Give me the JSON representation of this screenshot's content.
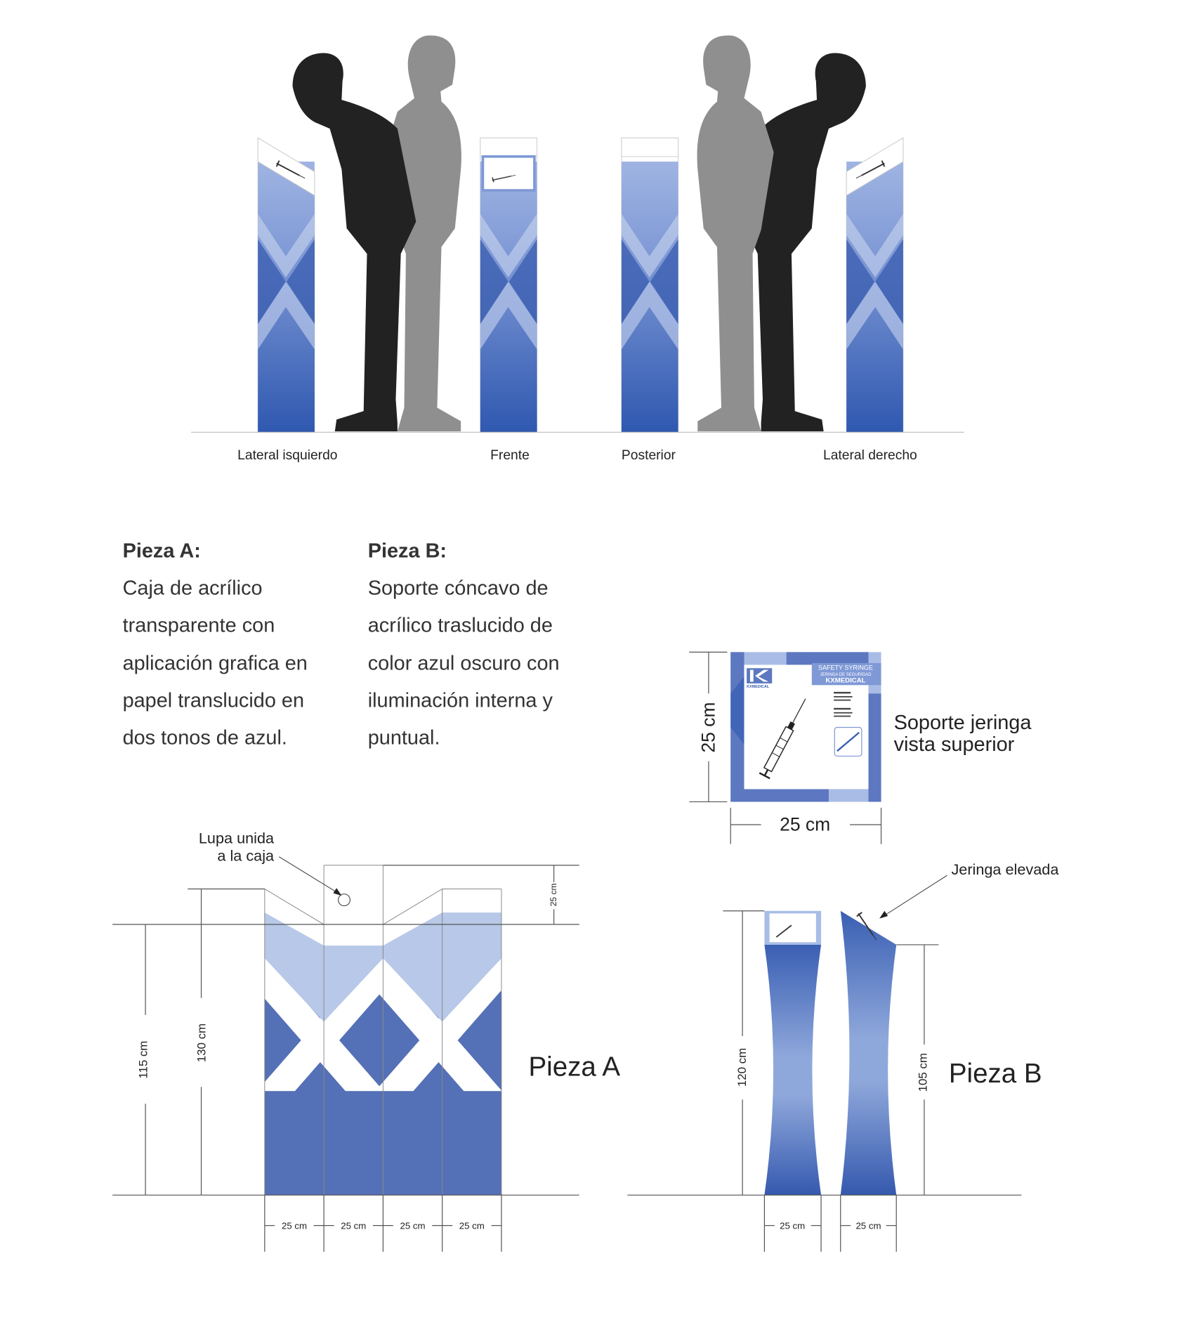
{
  "colors": {
    "dark_blue": "#5470b6",
    "light_blue": "#b8c8e8",
    "mid_blue": "#7f9bd6",
    "silhouette_dark": "#222222",
    "silhouette_grey": "#8f8f8f"
  },
  "views": {
    "left": "Lateral isquierdo",
    "front": "Frente",
    "back": "Posterior",
    "right": "Lateral derecho"
  },
  "piece_a": {
    "title": "Pieza A:",
    "lines": [
      "Caja de acrílico",
      "transparente con",
      "aplicación grafica en",
      "papel translucido en",
      "dos tonos de azul."
    ]
  },
  "piece_b": {
    "title": "Pieza B:",
    "lines": [
      "Soporte cóncavo de",
      "acrílico traslucido de",
      "color azul oscuro con",
      "iluminación interna y",
      "puntual."
    ]
  },
  "top_view": {
    "label_line1": "Soporte jeringa",
    "label_line2": "vista superior",
    "height_dim": "25 cm",
    "width_dim": "25 cm",
    "brand_line1": "SAFETY SYRINGE",
    "brand_line2": "JERINGA DE SEGURIDAD",
    "brand_line3": "KXMEDICAL",
    "logo_text": "KXMEDICAL"
  },
  "drawing_a": {
    "label": "Pieza A",
    "loupe_line1": "Lupa unida",
    "loupe_line2": "a la caja",
    "dim_115": "115 cm",
    "dim_130": "130 cm",
    "dim_top": "25 cm",
    "widths": [
      "25 cm",
      "25 cm",
      "25 cm",
      "25 cm"
    ]
  },
  "drawing_b": {
    "label": "Pieza B",
    "syringe_note": "Jeringa elevada",
    "dim_120": "120 cm",
    "dim_105": "105 cm",
    "widths": [
      "25 cm",
      "25 cm"
    ]
  }
}
